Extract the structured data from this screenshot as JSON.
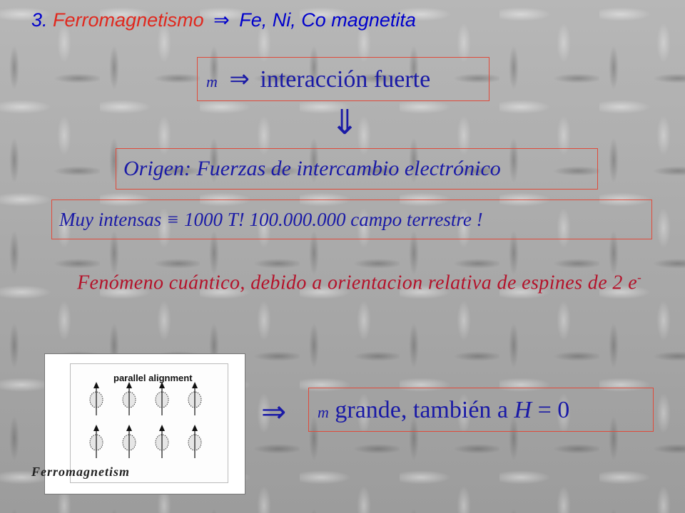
{
  "title": {
    "number": "3.",
    "word": "Ferromagnetismo",
    "arrow": "⇒",
    "rest": "Fe, Ni, Co magnetita"
  },
  "box1": {
    "m": "m",
    "arrow": "⇒",
    "text": "interacción fuerte"
  },
  "down_arrow": "⇓",
  "box2": {
    "text": "Origen: Fuerzas de intercambio electrónico"
  },
  "box3": {
    "text": "Muy intensas ≡ 1000 T! 100.000.000 campo terrestre !"
  },
  "paragraph": {
    "text": "Fenómeno cuántico, debido a orientacion relativa de espines de 2 e",
    "sup": "-"
  },
  "figure": {
    "title": "parallel alignment",
    "caption": "Ferromagnetism",
    "rows": 2,
    "cols": 4
  },
  "result_arrow": "⇒",
  "box4": {
    "m": "m",
    "text_before": "grande, también a",
    "H": "H",
    "text_after": "= 0"
  },
  "colors": {
    "blue_text": "#1a1aa6",
    "red_text": "#b4122a",
    "title_red": "#e0281e",
    "box_border": "#e04a3a"
  }
}
